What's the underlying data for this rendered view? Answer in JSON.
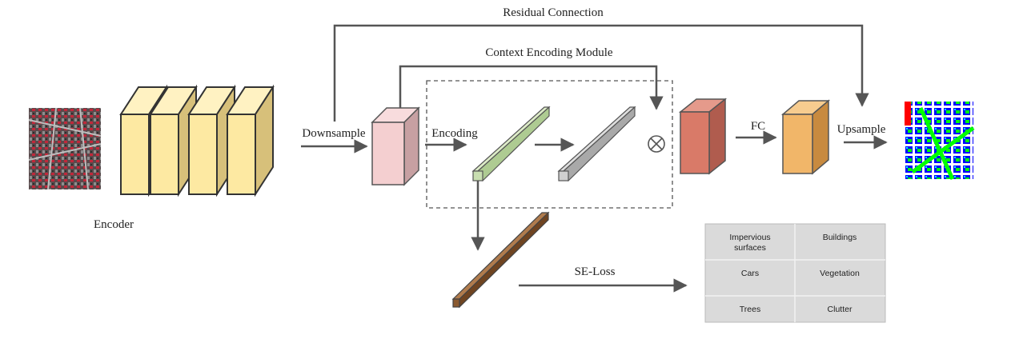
{
  "labels": {
    "residual": "Residual Connection",
    "context": "Context Encoding Module",
    "downsample": "Downsample",
    "encoding": "Encoding",
    "fc": "FC",
    "upsample": "Upsample",
    "encoder": "Encoder",
    "se_loss": "SE-Loss"
  },
  "classes": [
    [
      "Impervious",
      "surfaces"
    ],
    [
      "Buildings"
    ],
    [
      "Cars"
    ],
    [
      "Vegetation"
    ],
    [
      "Trees"
    ],
    [
      "Clutter"
    ]
  ],
  "colors": {
    "encoder_block": "#fde9a2",
    "downsample_block": "#f4cfd0",
    "encoding_bar": "#c8deb0",
    "encoded_bar": "#cfcfcf",
    "attention_block": "#d97a68",
    "fc_block": "#f1b669",
    "se_bar": "#8b5a30",
    "class_table": "#dadada",
    "arrow": "#555555"
  }
}
